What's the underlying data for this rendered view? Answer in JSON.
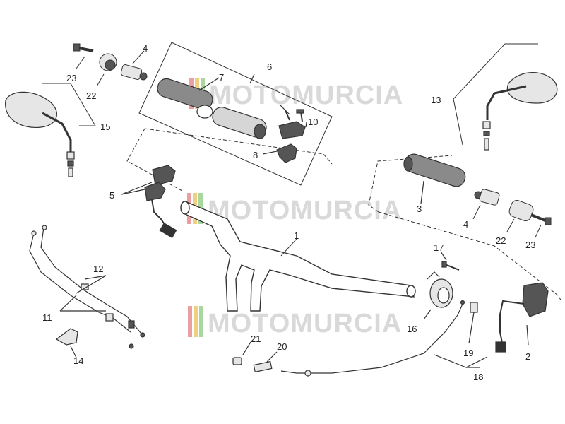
{
  "diagram": {
    "callouts": [
      {
        "id": "c1",
        "text": "1"
      },
      {
        "id": "c2",
        "text": "2"
      },
      {
        "id": "c3",
        "text": "3"
      },
      {
        "id": "c4a",
        "text": "4"
      },
      {
        "id": "c4b",
        "text": "4"
      },
      {
        "id": "c5",
        "text": "5"
      },
      {
        "id": "c6",
        "text": "6"
      },
      {
        "id": "c7",
        "text": "7"
      },
      {
        "id": "c8",
        "text": "8"
      },
      {
        "id": "c10",
        "text": "10"
      },
      {
        "id": "c11",
        "text": "11"
      },
      {
        "id": "c12",
        "text": "12"
      },
      {
        "id": "c13",
        "text": "13"
      },
      {
        "id": "c14",
        "text": "14"
      },
      {
        "id": "c15",
        "text": "15"
      },
      {
        "id": "c16",
        "text": "16"
      },
      {
        "id": "c17",
        "text": "17"
      },
      {
        "id": "c18",
        "text": "18"
      },
      {
        "id": "c19",
        "text": "19"
      },
      {
        "id": "c20",
        "text": "20"
      },
      {
        "id": "c21",
        "text": "21"
      },
      {
        "id": "c22a",
        "text": "22"
      },
      {
        "id": "c22b",
        "text": "22"
      },
      {
        "id": "c23a",
        "text": "23"
      },
      {
        "id": "c23b",
        "text": "23"
      }
    ]
  },
  "watermark": {
    "text": "MOTOMURCIA",
    "stripe_colors": [
      "#e8a0a0",
      "#f0d080",
      "#a8d8a0"
    ]
  },
  "colors": {
    "line": "#333333",
    "part_fill": "#e6e6e6",
    "part_dark": "#555555",
    "watermark": "#d9d9d9"
  }
}
